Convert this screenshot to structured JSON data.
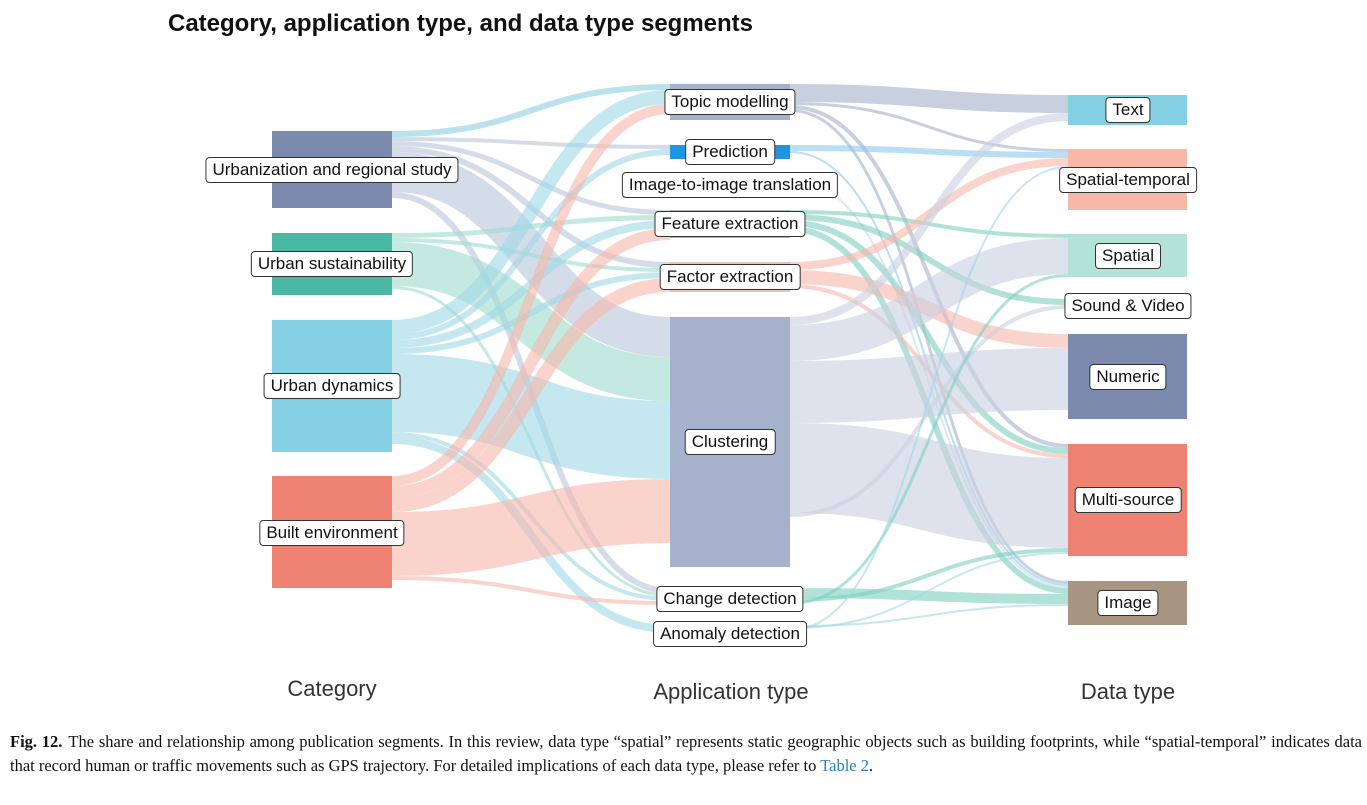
{
  "title": "Category, application type, and data type segments",
  "column_titles": {
    "category": "Category",
    "application": "Application type",
    "data_type": "Data type"
  },
  "categories": [
    {
      "id": "urb",
      "label": "Urbanization and regional study",
      "color": "#7c8aae"
    },
    {
      "id": "sus",
      "label": "Urban sustainability",
      "color": "#4bb8a4"
    },
    {
      "id": "dyn",
      "label": "Urban dynamics",
      "color": "#86d0e3"
    },
    {
      "id": "blt",
      "label": "Built environment",
      "color": "#ee8272"
    }
  ],
  "applications": [
    {
      "id": "topic",
      "label": "Topic modelling",
      "color": "#a6b1cc"
    },
    {
      "id": "pred",
      "label": "Prediction",
      "color": "#2196e0"
    },
    {
      "id": "img2img",
      "label": "Image-to-image translation",
      "color": "#e9ecf2"
    },
    {
      "id": "feat",
      "label": "Feature extraction",
      "color": "#a6b1cc"
    },
    {
      "id": "factor",
      "label": "Factor extraction",
      "color": "#f2bfb6"
    },
    {
      "id": "clust",
      "label": "Clustering",
      "color": "#a6b1cc"
    },
    {
      "id": "change",
      "label": "Change detection",
      "color": "#a6b1cc"
    },
    {
      "id": "anom",
      "label": "Anomaly detection",
      "color": "#a6b1cc"
    }
  ],
  "data_types": [
    {
      "id": "text",
      "label": "Text",
      "color": "#86d0e3"
    },
    {
      "id": "sptemp",
      "label": "Spatial-temporal",
      "color": "#f7b8a8"
    },
    {
      "id": "spatial",
      "label": "Spatial",
      "color": "#b4e2d6"
    },
    {
      "id": "sound",
      "label": "Sound & Video",
      "color": "#f5f5f5"
    },
    {
      "id": "numeric",
      "label": "Numeric",
      "color": "#7c8aae"
    },
    {
      "id": "multi",
      "label": "Multi-source",
      "color": "#ee8272"
    },
    {
      "id": "image",
      "label": "Image",
      "color": "#a89682"
    }
  ],
  "caption": {
    "fig": "Fig. 12.",
    "text": "The share and relationship among publication segments. In this review, data type “spatial” represents static geographic objects such as building footprints, while “spatial-temporal” indicates data that record human or traffic movements such as GPS trajectory. For detailed implications of each data type, please refer to ",
    "ref": "Table 2",
    "end": "."
  }
}
